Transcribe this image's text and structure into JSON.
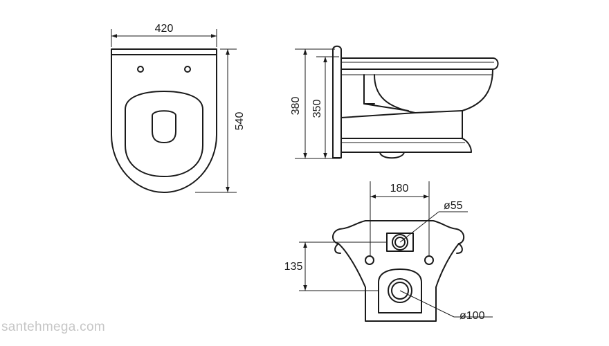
{
  "dimensions": {
    "width": "420",
    "length": "540",
    "height_total": "380",
    "height_bowl": "350",
    "outlet_spacing": "180",
    "inlet_diameter": "ø55",
    "drain_height": "135",
    "drain_diameter": "ø100"
  },
  "watermark": "santehmega.com",
  "colors": {
    "line": "#1a1a1a",
    "watermark": "#c6c6c6",
    "background": "#ffffff"
  }
}
